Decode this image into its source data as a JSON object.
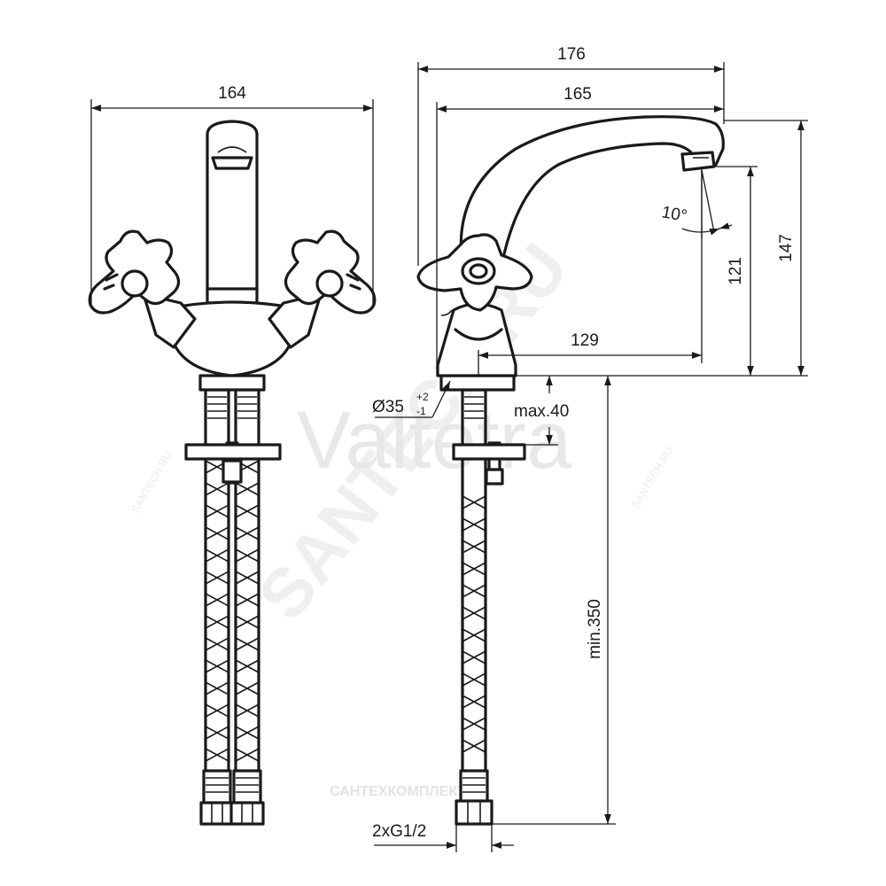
{
  "dimensions": {
    "front_width": "164",
    "side_total_width": "176",
    "side_spout_width": "165",
    "side_height_total": "147",
    "side_height_spout": "121",
    "spout_reach": "129",
    "angle": "10°",
    "hole_diameter": "Ø35",
    "hole_tol_plus": "+2",
    "hole_tol_minus": "-1",
    "counter_thickness": "max.40",
    "hose_length": "min.350",
    "connection": "2xG1/2"
  },
  "watermarks": {
    "brand": "Valtetra",
    "diagonal": "SANTECH.RU",
    "bottom": "САНТЕХКОМПЛЕКТ",
    "left_edge": "SANTECH.RU",
    "right_edge": "SANTECH.RU"
  },
  "colors": {
    "line": "#1a1a1a",
    "background": "#ffffff",
    "watermark": "#d6d6d6"
  }
}
